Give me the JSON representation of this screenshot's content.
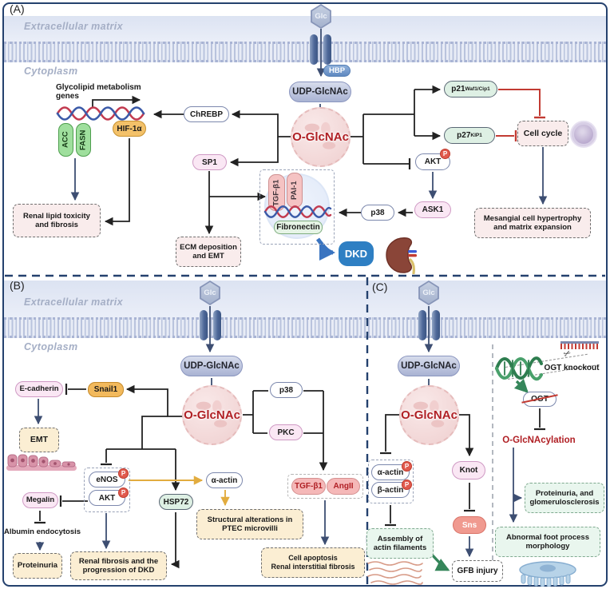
{
  "colors": {
    "frame_border": "#24416e",
    "o_glcnac_red": "#b01f24",
    "inhibit_red": "#c23b33",
    "yellow_arrow": "#e2ac3f",
    "green_arrow": "#35865a",
    "dkd_blue": "#2e7fc3"
  },
  "shared": {
    "glc": "Glc",
    "udp_glcnac": "UDP-GlcNAc",
    "o_glcnac": "O-GlcNAc",
    "p": "P",
    "extracellular": "Extracellular matrix",
    "cytoplasm": "Cytoplasm"
  },
  "panelA": {
    "label": "(A)",
    "hbp": "HBP",
    "chrebp": "ChREBP",
    "genes": "Glycolipid metabolism genes",
    "acc": "ACC",
    "fasn": "FASN",
    "hif1a": "HIF-1α",
    "renal_lipid": "Renal lipid toxicity and fibrosis",
    "sp1": "SP1",
    "tgf_b1": "TGF-β1",
    "pai_1": "PAI-1",
    "fibronectin": "Fibronectin",
    "ecm_deposition": "ECM deposition and EMT",
    "p38": "p38",
    "ask1": "ASK1",
    "akt": "AKT",
    "p21_base": "p21",
    "p21_sup": "Waf1/Cip1",
    "p27_base": "p27",
    "p27_sup": "KIP1",
    "cell_cycle": "Cell cycle",
    "mesangial": "Mesangial cell hypertrophy and matrix expansion",
    "dkd": "DKD"
  },
  "panelB": {
    "label": "(B)",
    "e_cadherin": "E-cadherin",
    "snail1": "Snail1",
    "emt": "EMT",
    "enos": "eNOS",
    "akt": "AKT",
    "megalin": "Megalin",
    "albumin_endocytosis": "Albumin endocytosis",
    "proteinuria": "Proteinuria",
    "renal_fibrosis": "Renal fibrosis and the progression of DKD",
    "hsp72": "HSP72",
    "alpha_actin": "α-actin",
    "structural": "Structural alterations in PTEC microvilli",
    "p38": "p38",
    "pkc": "PKC",
    "tgf_b1": "TGF-β1",
    "ang2": "AngII",
    "cell_apoptosis_1": "Cell apoptosis",
    "cell_apoptosis_2": "Renal interstitial fibrosis"
  },
  "panelC": {
    "label": "(C)",
    "alpha_actin": "α-actin",
    "beta_actin": "β-actin",
    "knot": "Knot",
    "sns": "Sns",
    "assembly": "Assembly of actin filaments",
    "gfb_injury": "GFB injury",
    "ogt_knockout": "OGT knockout",
    "ogt": "OGT",
    "o_glcnacylation": "O-GlcNAcylation",
    "proteinuria_glomerulosclerosis": "Proteinuria, and glomerulosclerosis",
    "abnormal_foot": "Abnormal foot process morphology"
  }
}
